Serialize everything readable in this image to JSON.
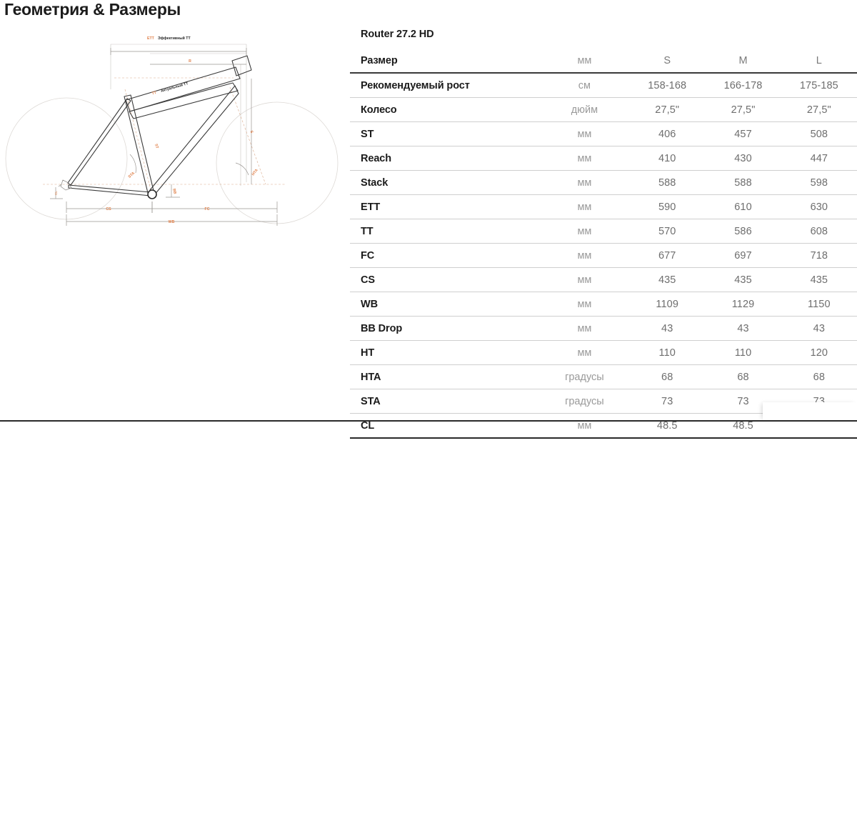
{
  "page": {
    "title": "Геометрия & Размеры"
  },
  "diagram": {
    "name": "bike-geometry-diagram",
    "labels": {
      "ett_code": "ETT",
      "ett_text": "Эффективный TT",
      "reach": "R",
      "tt_code": "TT",
      "tt_text": "Актуальный TT",
      "st": "ST",
      "sta": "STA",
      "hta": "HTA",
      "stack": "S",
      "bb": "BB",
      "cs": "CS",
      "fc": "FC",
      "wb": "WB",
      "cl": "CL"
    },
    "colors": {
      "accent": "#e0804a",
      "frame": "#2b2b2b",
      "wheel": "#d8d4d0",
      "guide": "#bdb9b5"
    }
  },
  "table": {
    "model": "Router 27.2 HD",
    "header": {
      "label": "Размер",
      "unit": "мм",
      "sizes": [
        "S",
        "M",
        "L"
      ]
    },
    "rows": [
      {
        "label": "Рекомендуемый рост",
        "unit": "см",
        "values": [
          "158-168",
          "166-178",
          "175-185"
        ]
      },
      {
        "label": "Колесо",
        "unit": "дюйм",
        "values": [
          "27,5\"",
          "27,5\"",
          "27,5\""
        ]
      },
      {
        "label": "ST",
        "unit": "мм",
        "values": [
          "406",
          "457",
          "508"
        ]
      },
      {
        "label": "Reach",
        "unit": "мм",
        "values": [
          "410",
          "430",
          "447"
        ]
      },
      {
        "label": "Stack",
        "unit": "мм",
        "values": [
          "588",
          "588",
          "598"
        ]
      },
      {
        "label": "ETT",
        "unit": "мм",
        "values": [
          "590",
          "610",
          "630"
        ]
      },
      {
        "label": "TT",
        "unit": "мм",
        "values": [
          "570",
          "586",
          "608"
        ]
      },
      {
        "label": "FC",
        "unit": "мм",
        "values": [
          "677",
          "697",
          "718"
        ]
      },
      {
        "label": "CS",
        "unit": "мм",
        "values": [
          "435",
          "435",
          "435"
        ]
      },
      {
        "label": "WB",
        "unit": "мм",
        "values": [
          "1109",
          "1129",
          "1150"
        ]
      },
      {
        "label": "BB Drop",
        "unit": "мм",
        "values": [
          "43",
          "43",
          "43"
        ]
      },
      {
        "label": "HT",
        "unit": "мм",
        "values": [
          "110",
          "110",
          "120"
        ]
      },
      {
        "label": "HTA",
        "unit": "градусы",
        "values": [
          "68",
          "68",
          "68"
        ]
      },
      {
        "label": "STA",
        "unit": "градусы",
        "values": [
          "73",
          "73",
          "73"
        ]
      },
      {
        "label": "CL",
        "unit": "мм",
        "values": [
          "48.5",
          "48.5",
          ""
        ]
      }
    ]
  }
}
